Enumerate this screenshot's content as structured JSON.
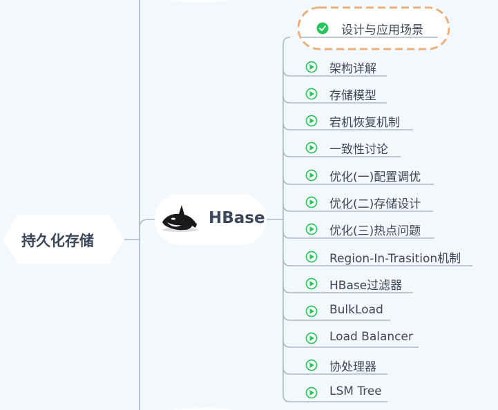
{
  "root": {
    "label": "持久化存储"
  },
  "branch": {
    "label": "HBase",
    "logo": "orca-whale-icon"
  },
  "leaves": [
    {
      "label": "设计与应用场景",
      "icon": "check-circle-icon",
      "highlighted": true
    },
    {
      "label": "架构详解",
      "icon": "play-circle-icon"
    },
    {
      "label": "存储模型",
      "icon": "play-circle-icon"
    },
    {
      "label": "宕机恢复机制",
      "icon": "play-circle-icon"
    },
    {
      "label": "一致性讨论",
      "icon": "play-circle-icon"
    },
    {
      "label": "优化(一)配置调优",
      "icon": "play-circle-icon"
    },
    {
      "label": "优化(二)存储设计",
      "icon": "play-circle-icon"
    },
    {
      "label": "优化(三)热点问题",
      "icon": "play-circle-icon"
    },
    {
      "label": "Region-In-Trasition机制",
      "icon": "play-circle-icon"
    },
    {
      "label": "HBase过滤器",
      "icon": "play-circle-icon"
    },
    {
      "label": "BulkLoad",
      "icon": "play-circle-icon"
    },
    {
      "label": "Load Balancer",
      "icon": "play-circle-icon"
    },
    {
      "label": "协处理器",
      "icon": "play-circle-icon"
    },
    {
      "label": "LSM Tree",
      "icon": "play-circle-icon"
    }
  ],
  "colors": {
    "background": "#f3f8fd",
    "line": "#a9b8c6",
    "icon_green": "#27c35b",
    "highlight_dash": "#e9b27d",
    "node_fill": "#ffffff",
    "text": "#3a4656"
  }
}
